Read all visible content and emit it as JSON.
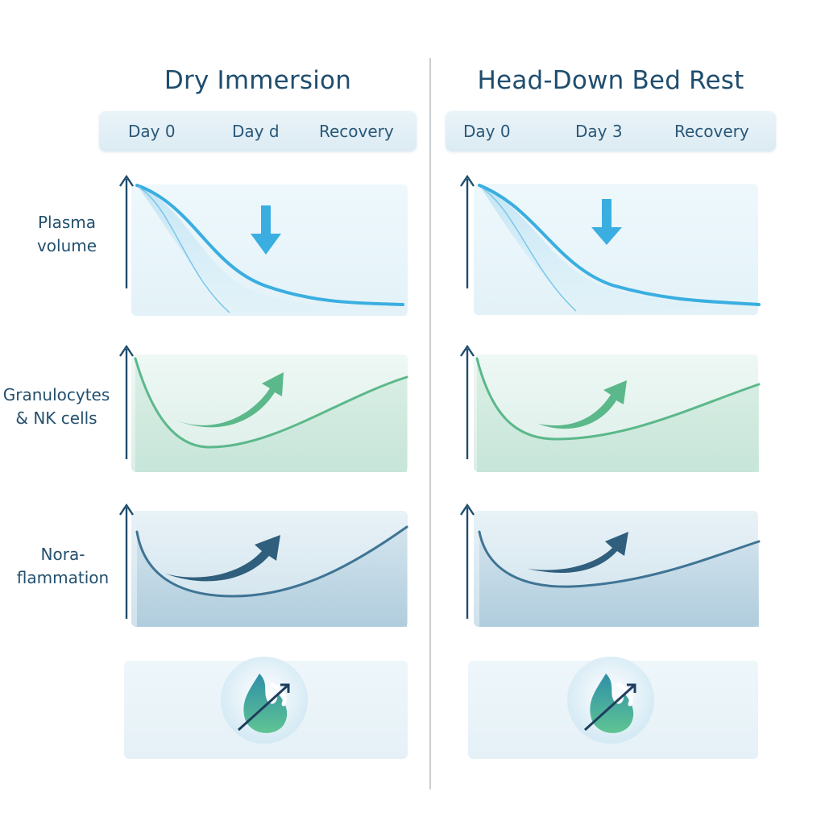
{
  "columns": [
    {
      "title": "Dry Immersion",
      "timeline": {
        "day0": "Day 0",
        "dayn": "Day d",
        "recovery": "Recovery"
      }
    },
    {
      "title": "Head-Down Bed Rest",
      "timeline": {
        "day0": "Day 0",
        "dayn": "Day 3",
        "recovery": "Recovery"
      }
    }
  ],
  "rows": [
    {
      "label_line1": "Plasma",
      "label_line2": "volume",
      "trend": "decrease"
    },
    {
      "label_line1": "Granulocytes",
      "label_line2": "& NK cells",
      "trend": "dip-then-increase"
    },
    {
      "label_line1": "Nora-",
      "label_line2": "flammation",
      "trend": "dip-then-increase"
    }
  ],
  "bottom_icon": "inflammation-blocked-icon",
  "colors": {
    "plasma": "#3aaee0",
    "granulocytes": "#5bb88a",
    "inflammation": "#3f7494",
    "title": "#1f4d6e",
    "axis": "#1f4d6e"
  }
}
